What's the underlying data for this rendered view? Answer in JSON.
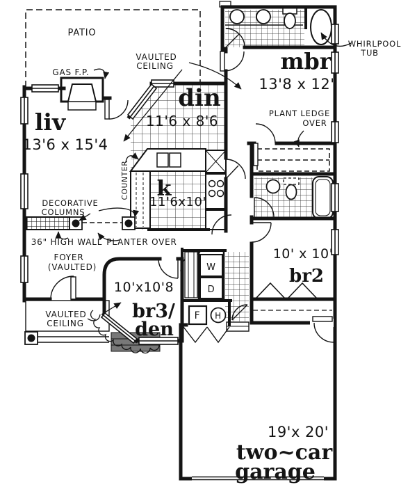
{
  "colors": {
    "ink": "#141414",
    "paper": "#ffffff"
  },
  "rooms": {
    "patio": {
      "name": "PATIO"
    },
    "living": {
      "name": "liv",
      "dim": "13'6 x 15'4"
    },
    "dining": {
      "name": "din",
      "dim": "11'6 x 8'6"
    },
    "kitchen": {
      "name": "k",
      "dim": "11'6x10'"
    },
    "master_bedroom": {
      "name": "mbr",
      "dim": "13'8 x 12'"
    },
    "bedroom2": {
      "name": "br2",
      "dim": "10' x 10'"
    },
    "bedroom3_den": {
      "name_line1": "br3/",
      "name_line2": "den",
      "dim": "10'x10'8"
    },
    "garage": {
      "name_line1": "two~car",
      "name_line2": "garage",
      "dim": "19'x 20'"
    },
    "foyer": {
      "line1": "FOYER",
      "line2": "(VAULTED)"
    }
  },
  "annotations": {
    "gas_fireplace": "GAS F.P.",
    "vaulted_ceiling_main": {
      "line1": "VAULTED",
      "line2": "CEILING"
    },
    "whirlpool": {
      "line1": "WHIRLPOOL",
      "line2": "TUB"
    },
    "plant_ledge": {
      "line1": "PLANT LEDGE",
      "line2": "OVER"
    },
    "counter": "COUNTER",
    "decorative_columns": {
      "line1": "DECORATIVE",
      "line2": "COLUMNS"
    },
    "high_wall": "36\" HIGH WALL",
    "planter": "PLANTER OVER",
    "vaulted_ceiling_den": {
      "line1": "VAULTED",
      "line2": "CEILING"
    }
  },
  "appliances": {
    "washer": "W",
    "dryer": "D",
    "furnace": "F",
    "water_heater": "H"
  }
}
